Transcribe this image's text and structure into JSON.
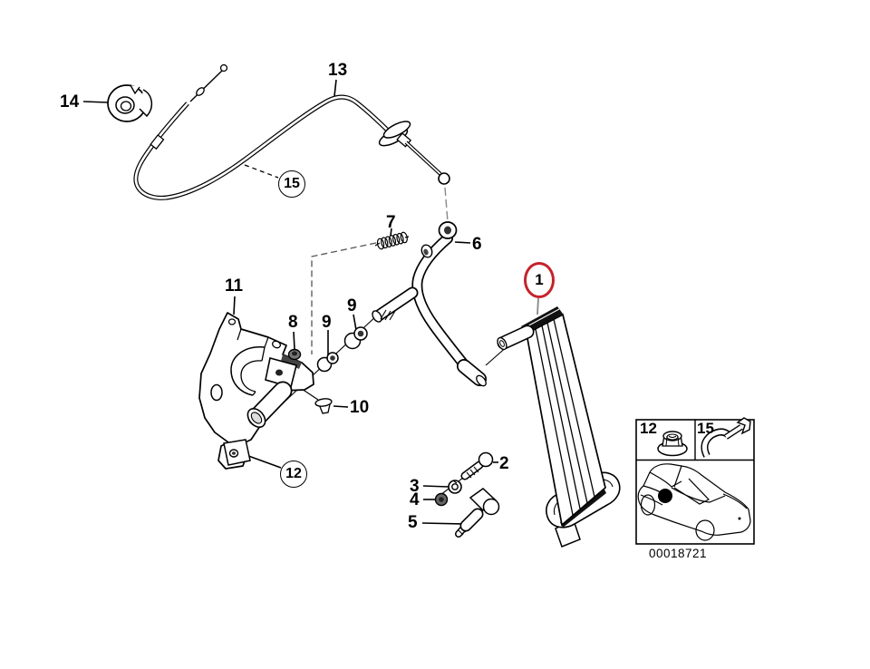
{
  "diagram": {
    "type": "exploded-parts-diagram",
    "subject_icons": {
      "cable_grommet_icon": "part-14-grommet",
      "bowden_cable_icon": "part-13-throttle-cable",
      "return_spring_icon": "part-7-spring",
      "pedal_lever_icon": "part-6-lever",
      "support_bracket_icon": "part-11-bracket",
      "bushing_icon": "parts-9-bushings",
      "nut_icon": "part-8-nut",
      "expansion_rivet_icon": "part-10-rivet",
      "accelerator_pedal_icon": "part-1-pedal",
      "ball_pin_icon": "part-2-ball-pin",
      "washer_icon": "part-3-washer",
      "lock_nut_icon": "part-4-nut",
      "ball_socket_icon": "part-5-ball-socket",
      "car_location_icon": "car-thumbnail-with-location-dot"
    },
    "colors": {
      "background": "#ffffff",
      "line": "#000000",
      "highlight_red": "#c4232b"
    },
    "callouts": {
      "c1": "1",
      "c2": "2",
      "c3": "3",
      "c4": "4",
      "c5": "5",
      "c6": "6",
      "c7": "7",
      "c8": "8",
      "c9a": "9",
      "c9b": "9",
      "c10": "10",
      "c11": "11",
      "c12": "12",
      "c13": "13",
      "c14": "14",
      "c15": "15"
    },
    "inset": {
      "cell1_label": "12",
      "cell2_label": "15",
      "image_number": "00018721"
    }
  }
}
